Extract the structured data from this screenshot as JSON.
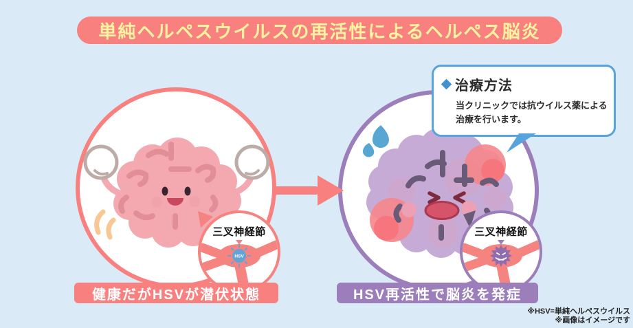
{
  "title": "単純ヘルペスウイルスの再活性によるヘルペス脳炎",
  "left_panel": {
    "caption": "健康だがHSVが潜伏状態",
    "inset_label": "三叉神経節",
    "virus_label": "HSV"
  },
  "right_panel": {
    "caption": "HSV再活性で脳炎を発症",
    "inset_label": "三叉神経節"
  },
  "callout": {
    "heading": "治療方法",
    "body": "当クリニックでは抗ウイルス薬による治療を行います。"
  },
  "footnotes": {
    "line1": "※HSV=単純ヘルペスウイルス",
    "line2": "※画像はイメージです"
  },
  "colors": {
    "background": "#DAEBF7",
    "salmon": "#F8807E",
    "banner_text": "#FBF3A2",
    "purple": "#9C7EBA",
    "callout_blue": "#57A3DC",
    "healthy_brain_pink": "#F4A9B1",
    "inflamed_brain_purple": "#C5ABD5",
    "inflammation_salmon": "#F5868B",
    "sweat_blue": "#57A7D2",
    "virus_blue": "#64A3D4",
    "virus_purple": "#8E6CAD",
    "ganglion_salmon": "#F5837F"
  }
}
